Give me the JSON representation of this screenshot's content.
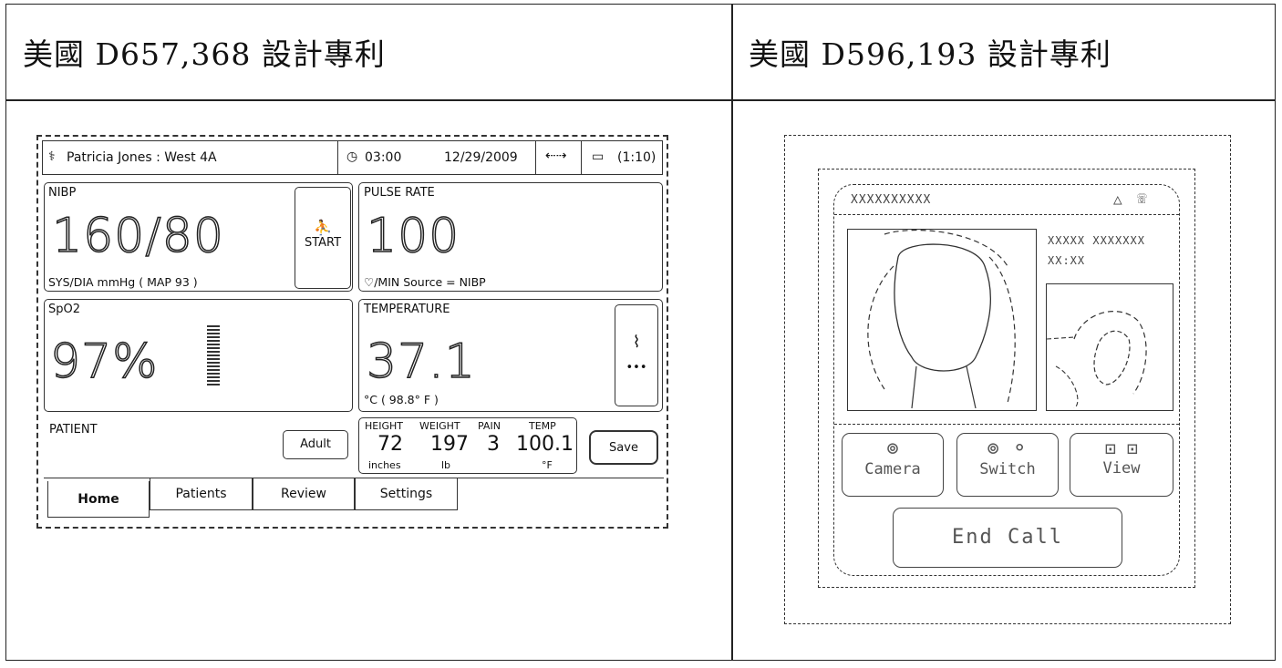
{
  "table": {
    "left_heading": "美國 D657,368 設計專利",
    "right_heading": "美國 D596,193 設計專利"
  },
  "left_figure": {
    "patient_header": "Patricia Jones : West 4A",
    "time": "03:00",
    "date": "12/29/2009",
    "battery": "(1:10)",
    "nibp": {
      "label": "NIBP",
      "value": "160/80",
      "units": "SYS/DIA mmHg ( MAP 93 )",
      "start_label": "START"
    },
    "pulse": {
      "label": "PULSE RATE",
      "value": "100",
      "units": "♡/MIN Source = NIBP"
    },
    "spo2": {
      "label": "SpO2",
      "value": "97%"
    },
    "temperature": {
      "label": "TEMPERATURE",
      "value": "37.1",
      "units": "°C ( 98.8° F )"
    },
    "patient": {
      "label": "PATIENT",
      "mode_button": "Adult"
    },
    "vitals": {
      "headers": [
        "HEIGHT",
        "WEIGHT",
        "PAIN",
        "TEMP"
      ],
      "values": [
        "72",
        "197",
        "3",
        "100.1"
      ],
      "units": [
        "inches",
        "lb",
        "",
        "°F"
      ]
    },
    "save_label": "Save",
    "tabs": [
      "Home",
      "Patients",
      "Review",
      "Settings"
    ]
  },
  "right_figure": {
    "title": "XXXXXXXXXX",
    "name": "XXXXX XXXXXXX",
    "time": "XX:XX",
    "buttons": [
      "Camera",
      "Switch",
      "View"
    ],
    "end_call": "End Call"
  }
}
